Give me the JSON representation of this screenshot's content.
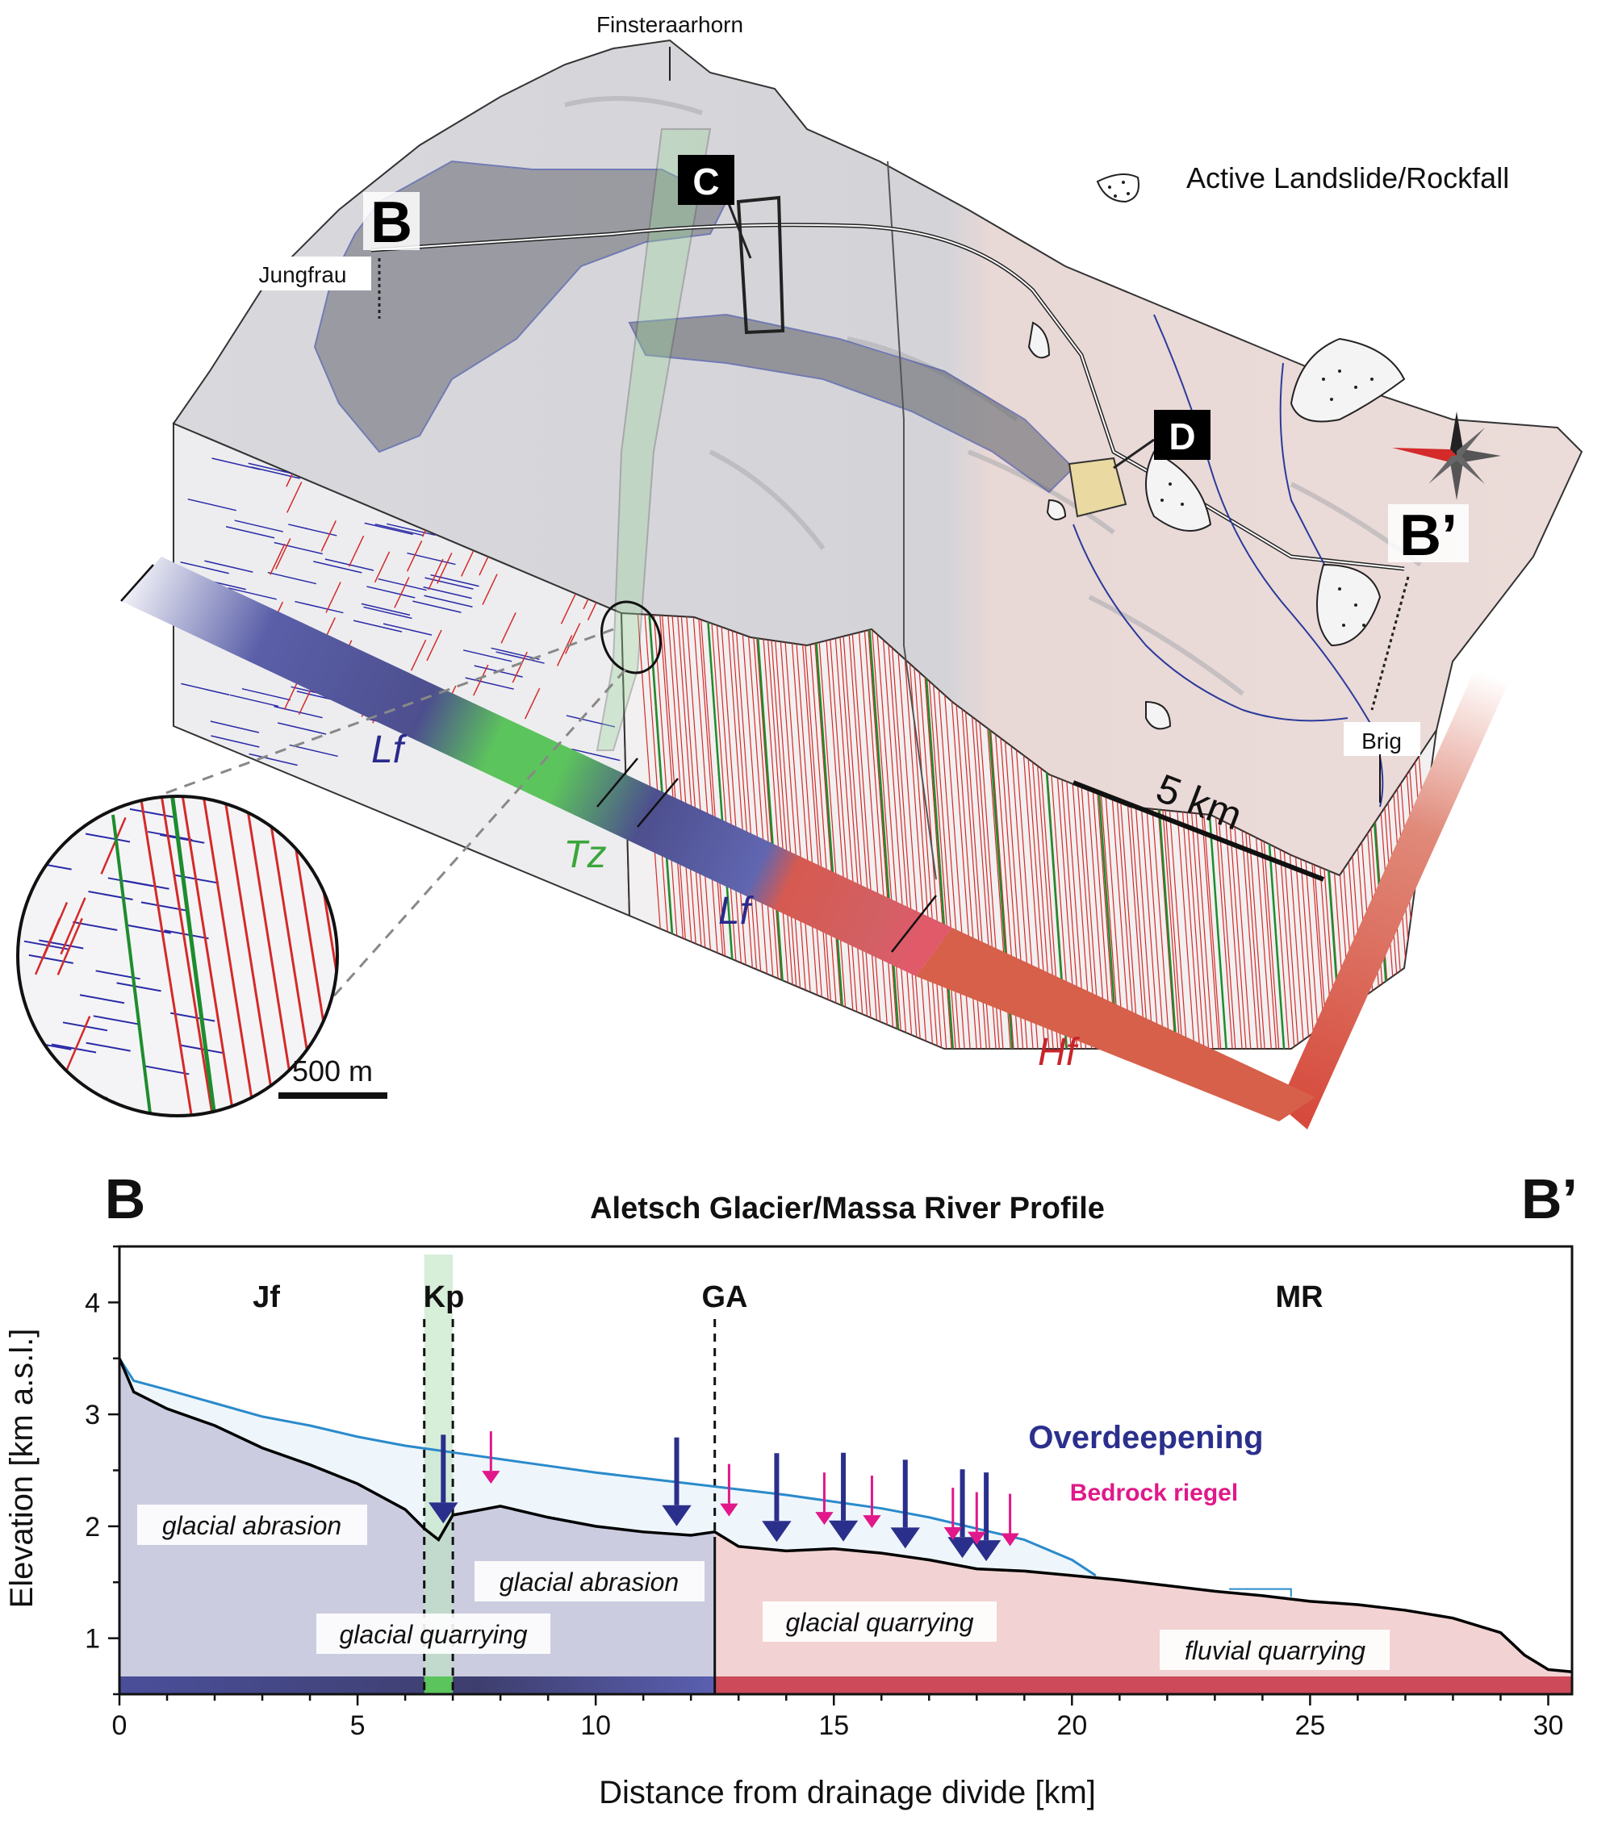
{
  "block": {
    "peak_top": "Finsteraarhorn",
    "peak_left": "Jungfrau",
    "town": "Brig",
    "legend_label": "Active Landslide/Rockfall",
    "label_B": "B",
    "label_Bprime": "B’",
    "label_C": "C",
    "label_D": "D",
    "scale_5km": "5 km",
    "inset_scale": "500 m",
    "zone_Lf_left": "Lf",
    "zone_Tz": "Tz",
    "zone_Lf_right": "Lf",
    "zone_Hf": "Hf",
    "colors": {
      "Lf": "#5a5fa8",
      "Tz": "#5cc45c",
      "Hf": "#d65a50",
      "fracture_red": "#d42a2a",
      "fracture_blue": "#2a2aa8",
      "fracture_green": "#1e8c2e"
    }
  },
  "profile": {
    "corner_left": "B",
    "corner_right": "B’",
    "title": "Aletsch Glacier/Massa River Profile",
    "region_labels": [
      "Jf",
      "Kp",
      "GA",
      "MR"
    ],
    "process_labels": [
      "glacial abrasion",
      "glacial quarrying",
      "glacial abrasion",
      "glacial quarrying",
      "fluvial quarrying"
    ],
    "legend_overdeepening": "Overdeepening",
    "legend_riegel": "Bedrock riegel",
    "colors": {
      "overdeepening": "#2b2f8c",
      "riegel": "#e0188a",
      "ice_surface": "#2a8acb",
      "bedrock": "#000000"
    }
  },
  "chart_data": {
    "type": "line",
    "title": "Aletsch Glacier/Massa River Profile",
    "xlabel": "Distance from drainage divide  [km]",
    "ylabel": "Elevation [km a.s.l.]",
    "xlim": [
      0,
      30.5
    ],
    "ylim": [
      0.5,
      4.5
    ],
    "x_ticks": [
      0,
      5,
      10,
      15,
      20,
      25,
      30
    ],
    "y_ticks": [
      1,
      2,
      3,
      4
    ],
    "series": [
      {
        "x": [
          0,
          0.3,
          1,
          2,
          3,
          4,
          5,
          6,
          6.4,
          6.7,
          7.0,
          8,
          9,
          10,
          11,
          12,
          12.5,
          13,
          14,
          15,
          16,
          17,
          18,
          19,
          20,
          21,
          22,
          23,
          24,
          25,
          26,
          27,
          28,
          29,
          29.5,
          30,
          30.5
        ],
        "y": [
          3.5,
          3.2,
          3.05,
          2.9,
          2.7,
          2.55,
          2.38,
          2.15,
          1.98,
          1.88,
          2.1,
          2.18,
          2.08,
          2.0,
          1.95,
          1.92,
          1.95,
          1.82,
          1.78,
          1.8,
          1.76,
          1.7,
          1.62,
          1.6,
          1.56,
          1.52,
          1.47,
          1.42,
          1.38,
          1.33,
          1.3,
          1.25,
          1.18,
          1.05,
          0.85,
          0.72,
          0.7
        ]
      },
      {
        "x": [
          0,
          0.3,
          1,
          2,
          3,
          4,
          5,
          6,
          7,
          8,
          9,
          10,
          11,
          12,
          13,
          14,
          15,
          16,
          17,
          18,
          19,
          20,
          20.5
        ],
        "y": [
          3.5,
          3.3,
          3.22,
          3.1,
          2.98,
          2.9,
          2.8,
          2.72,
          2.66,
          2.6,
          2.54,
          2.48,
          2.43,
          2.38,
          2.33,
          2.28,
          2.22,
          2.16,
          2.08,
          1.98,
          1.88,
          1.7,
          1.56
        ]
      }
    ],
    "annotations": {
      "overdeepening_x": [
        6.8,
        11.7,
        13.8,
        15.2,
        16.5,
        17.7,
        18.2
      ],
      "riegel_x": [
        7.8,
        12.8,
        14.8,
        15.8,
        17.5,
        18.0,
        18.7
      ],
      "region_boundaries_x": [
        6.4,
        7.0,
        12.5
      ]
    }
  }
}
